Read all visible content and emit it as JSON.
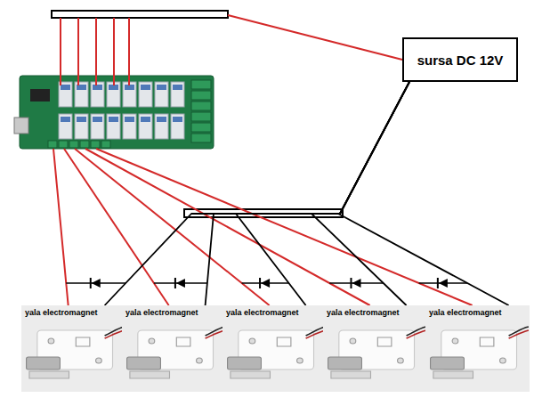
{
  "diagram": {
    "nodes": [
      {
        "text": [
          "sursa DC 12V"
        ]
      },
      {
        "text": [
          "yala electromagnet"
        ]
      },
      {
        "text": [
          "yala electromagnet"
        ]
      },
      {
        "text": [
          "yala electromagnet"
        ]
      },
      {
        "text": [
          "yala electromagnet"
        ]
      },
      {
        "text": [
          "yala electromagnet"
        ]
      }
    ],
    "edges": [
      {
        "from": 0,
        "to": 1,
        "arrow": "none"
      },
      {
        "from": 0,
        "to": 2,
        "arrow": "none"
      },
      {
        "from": 0,
        "to": 3,
        "arrow": "none"
      },
      {
        "from": 0,
        "to": 4,
        "arrow": "none"
      },
      {
        "from": 0,
        "to": 5,
        "arrow": "none"
      }
    ]
  }
}
